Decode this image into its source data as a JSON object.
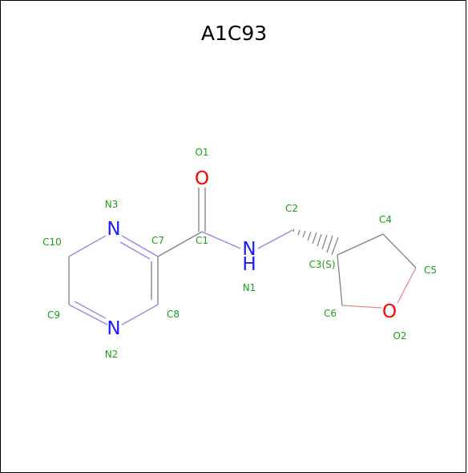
{
  "title": "A1C93",
  "colors": {
    "label": "#1a9e1a",
    "nitrogen": "#1a1aff",
    "oxygen": "#ff0000",
    "bond_nitrogen": "#8a8ae6",
    "bond_oxygen": "#e68a8a",
    "bond_carbon": "#808080"
  },
  "atoms": [
    {
      "id": "O1",
      "symbol": "O",
      "label": "O1"
    },
    {
      "id": "C1",
      "symbol": "",
      "label": "C1"
    },
    {
      "id": "N1",
      "symbol": "N",
      "h": "H",
      "label": "N1"
    },
    {
      "id": "C2",
      "symbol": "",
      "label": "C2"
    },
    {
      "id": "C3",
      "symbol": "",
      "label": "C3(S)"
    },
    {
      "id": "C4",
      "symbol": "",
      "label": "C4"
    },
    {
      "id": "C5",
      "symbol": "",
      "label": "C5"
    },
    {
      "id": "O2",
      "symbol": "O",
      "label": "O2"
    },
    {
      "id": "C6",
      "symbol": "",
      "label": "C6"
    },
    {
      "id": "C7",
      "symbol": "",
      "label": "C7"
    },
    {
      "id": "C8",
      "symbol": "",
      "label": "C8"
    },
    {
      "id": "N2",
      "symbol": "N",
      "label": "N2"
    },
    {
      "id": "C9",
      "symbol": "",
      "label": "C9"
    },
    {
      "id": "C10",
      "symbol": "",
      "label": "C10"
    },
    {
      "id": "N3",
      "symbol": "N",
      "label": "N3"
    }
  ]
}
